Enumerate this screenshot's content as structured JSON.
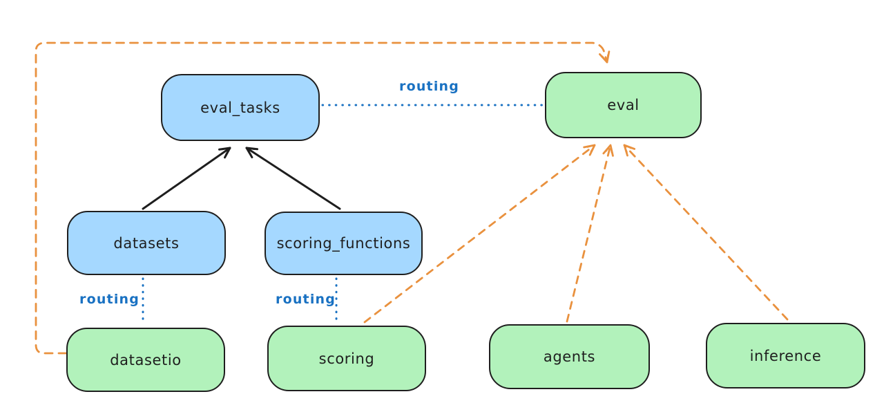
{
  "diagram": {
    "canvas": {
      "background": "#ffffff"
    },
    "colors": {
      "blue_node_fill": "#a5d8ff",
      "green_node_fill": "#b2f2bb",
      "node_stroke": "#1e1e1e",
      "solid_arrow": "#1e1e1e",
      "dashed_arrow_orange": "#e9913e",
      "dotted_routing_blue": "#1971c2"
    },
    "nodes": [
      {
        "id": "eval_tasks",
        "label": "eval_tasks",
        "fill": "#a5d8ff"
      },
      {
        "id": "eval",
        "label": "eval",
        "fill": "#b2f2bb"
      },
      {
        "id": "datasets",
        "label": "datasets",
        "fill": "#a5d8ff"
      },
      {
        "id": "scoring_functions",
        "label": "scoring_functions",
        "fill": "#a5d8ff"
      },
      {
        "id": "datasetio",
        "label": "datasetio",
        "fill": "#b2f2bb"
      },
      {
        "id": "scoring",
        "label": "scoring",
        "fill": "#b2f2bb"
      },
      {
        "id": "agents",
        "label": "agents",
        "fill": "#b2f2bb"
      },
      {
        "id": "inference",
        "label": "inference",
        "fill": "#b2f2bb"
      }
    ],
    "edges": [
      {
        "from": "datasets",
        "to": "eval_tasks",
        "style": "solid-black-arrow",
        "label": ""
      },
      {
        "from": "scoring_functions",
        "to": "eval_tasks",
        "style": "solid-black-arrow",
        "label": ""
      },
      {
        "from": "eval_tasks",
        "to": "eval",
        "style": "dotted-blue",
        "label": "routing"
      },
      {
        "from": "datasets",
        "to": "datasetio",
        "style": "dotted-blue",
        "label": "routing"
      },
      {
        "from": "scoring_functions",
        "to": "scoring",
        "style": "dotted-blue",
        "label": "routing"
      },
      {
        "from": "scoring",
        "to": "eval",
        "style": "dashed-orange-arrow",
        "label": ""
      },
      {
        "from": "agents",
        "to": "eval",
        "style": "dashed-orange-arrow",
        "label": ""
      },
      {
        "from": "inference",
        "to": "eval",
        "style": "dashed-orange-arrow",
        "label": ""
      },
      {
        "from": "datasetio",
        "to": "eval",
        "style": "dashed-orange-arrow-routed-left-top",
        "label": ""
      }
    ]
  }
}
